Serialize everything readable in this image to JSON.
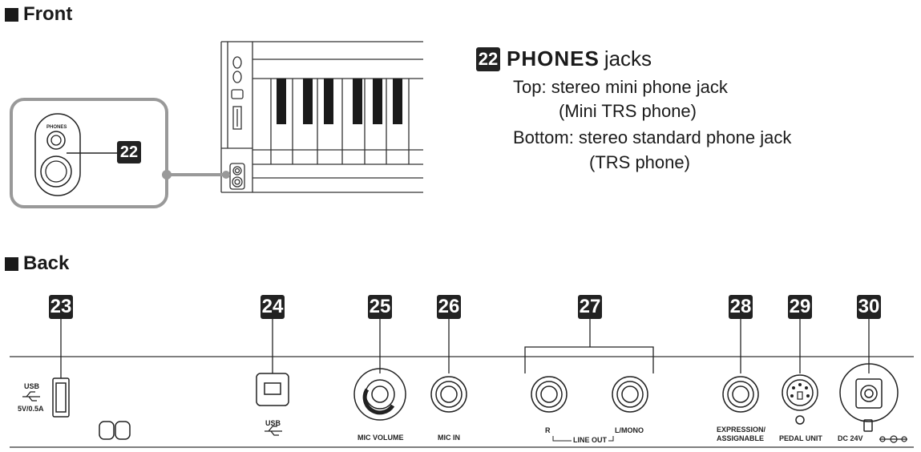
{
  "front_title": "Front",
  "back_title": "Back",
  "phones": {
    "number": "22",
    "name": "PHONES",
    "suffix": "jacks",
    "line1": "Top: stereo mini phone jack",
    "line2": "(Mini TRS phone)",
    "line3": "Bottom: stereo standard phone jack",
    "line4": "(TRS phone)",
    "panel_label": "PHONES"
  },
  "back_numbers": [
    "23",
    "24",
    "25",
    "26",
    "27",
    "28",
    "29",
    "30"
  ],
  "back_labels": {
    "usb_a_top": "USB",
    "usb_a_bottom": "5V/0.5A",
    "usb_b": "USB",
    "mic_volume": "MIC VOLUME",
    "mic_in": "MIC IN",
    "line_out_r": "R",
    "line_out": "LINE OUT",
    "line_out_l": "L/MONO",
    "expression_1": "EXPRESSION/",
    "expression_2": "ASSIGNABLE",
    "pedal_unit": "PEDAL UNIT",
    "dc": "DC 24V"
  }
}
